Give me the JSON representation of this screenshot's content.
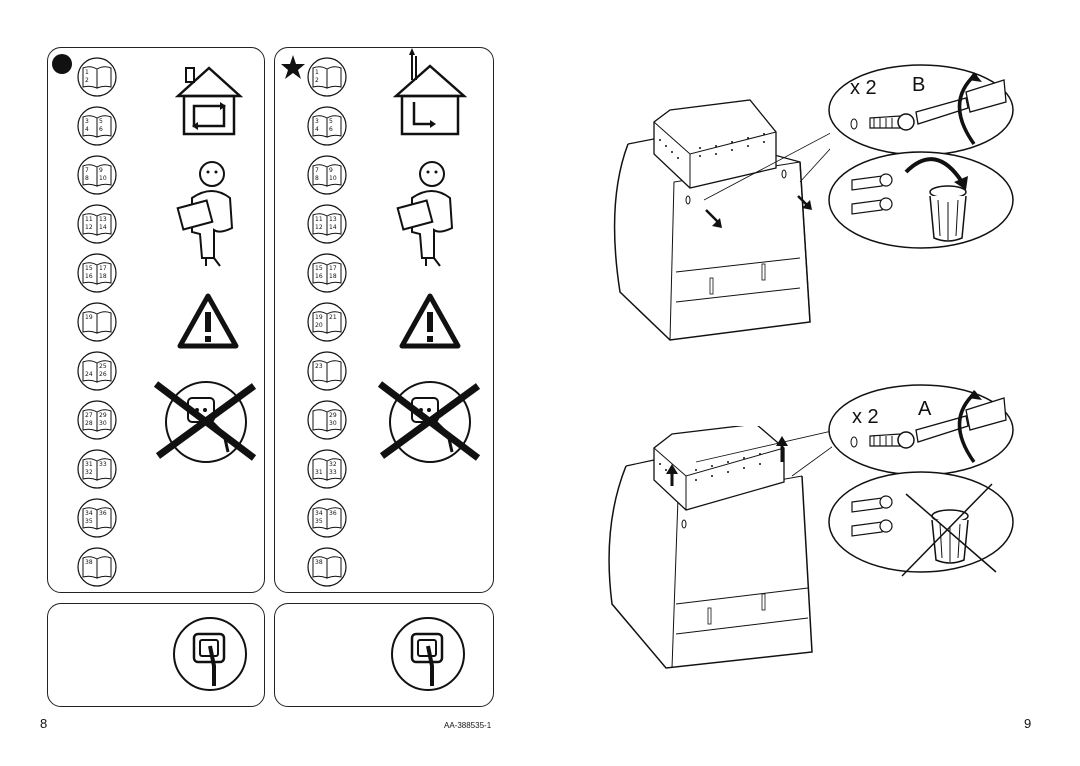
{
  "left_page": {
    "page_number": "8",
    "article_code": "AA-388535-1",
    "panels": [
      {
        "marker": "circle-marker",
        "books": [
          [
            "1",
            "2"
          ],
          [
            "3",
            "4",
            "5",
            "6"
          ],
          [
            "7",
            "8",
            "9",
            "10"
          ],
          [
            "11",
            "12",
            "13",
            "14"
          ],
          [
            "15",
            "16",
            "17",
            "18"
          ],
          [
            "19",
            "",
            "",
            ""
          ],
          [
            "",
            "24",
            "25",
            "26"
          ],
          [
            "27",
            "28",
            "29",
            "30"
          ],
          [
            "31",
            "32",
            "33"
          ],
          [
            "34",
            "35",
            "36"
          ],
          [
            "38"
          ]
        ]
      },
      {
        "marker": "star-marker",
        "books": [
          [
            "1",
            "2"
          ],
          [
            "3",
            "4",
            "5",
            "6"
          ],
          [
            "7",
            "8",
            "9",
            "10"
          ],
          [
            "11",
            "12",
            "13",
            "14"
          ],
          [
            "15",
            "16",
            "17",
            "18"
          ],
          [
            "19",
            "20",
            "21",
            ""
          ],
          [
            "23",
            "",
            "",
            ""
          ],
          [
            "",
            "",
            "29",
            "30"
          ],
          [
            "",
            "31",
            "32",
            "33"
          ],
          [
            "34",
            "35",
            "36"
          ],
          [
            "38"
          ]
        ]
      }
    ]
  },
  "right_page": {
    "page_number": "9",
    "step_top": {
      "quantity": "x 2",
      "part": "B"
    },
    "step_bottom": {
      "quantity": "x 2",
      "part": "A"
    }
  },
  "icons": [
    "book-icon",
    "house-icon",
    "person-reading-icon",
    "warning-icon",
    "crossed-plug-icon",
    "plug-icon",
    "screwdriver-icon",
    "trash-bin-icon"
  ]
}
